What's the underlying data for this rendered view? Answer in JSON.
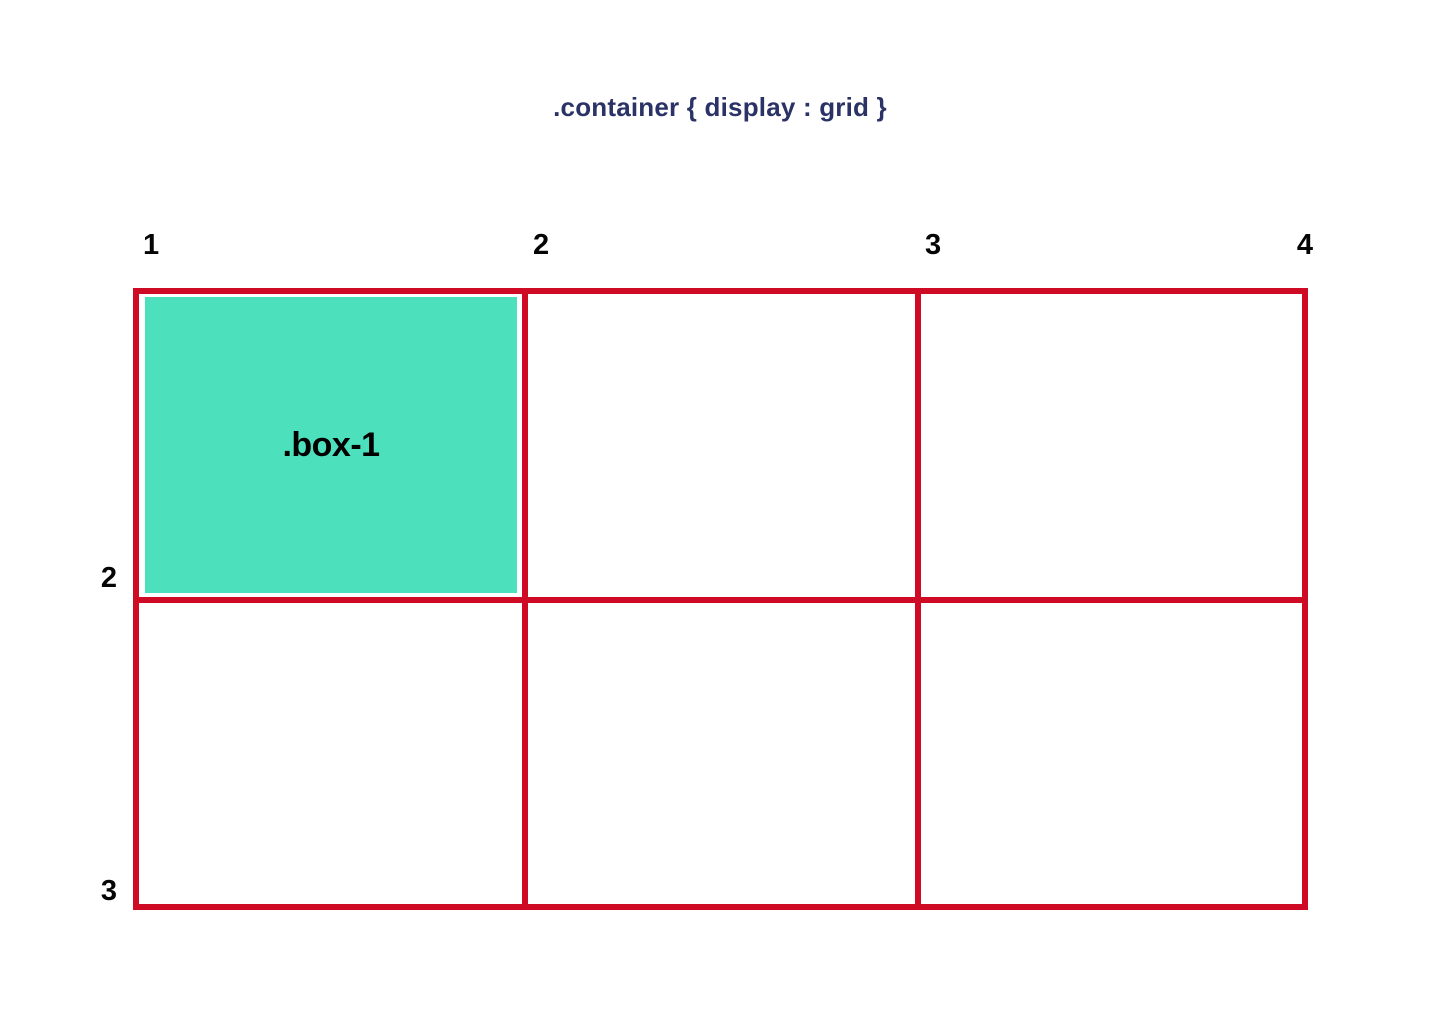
{
  "page": {
    "title": ".container { display : grid }",
    "background_color": "#ffffff"
  },
  "colors": {
    "title_text": "#2a3266",
    "grid_line": "#ce0a24",
    "box_fill": "#4ce0bd",
    "label_text": "#050505",
    "box_label_text": "#000000"
  },
  "grid": {
    "columns": 3,
    "rows": 2,
    "column_line_labels": [
      "1",
      "2",
      "3",
      "4"
    ],
    "row_line_labels": [
      "2",
      "3"
    ],
    "cells": [
      {
        "name": "cell-r1c1",
        "row": 1,
        "column": 1,
        "occupied_by": ".box-1"
      },
      {
        "name": "cell-r1c2",
        "row": 1,
        "column": 2,
        "occupied_by": ""
      },
      {
        "name": "cell-r1c3",
        "row": 1,
        "column": 3,
        "occupied_by": ""
      },
      {
        "name": "cell-r2c1",
        "row": 2,
        "column": 1,
        "occupied_by": ""
      },
      {
        "name": "cell-r2c2",
        "row": 2,
        "column": 2,
        "occupied_by": ""
      },
      {
        "name": "cell-r2c3",
        "row": 2,
        "column": 3,
        "occupied_by": ""
      }
    ]
  },
  "items": [
    {
      "label": ".box-1",
      "column_start": 1,
      "column_end": 2,
      "row_start": 1,
      "row_end": 2,
      "fill": "#4ce0bd"
    }
  ]
}
